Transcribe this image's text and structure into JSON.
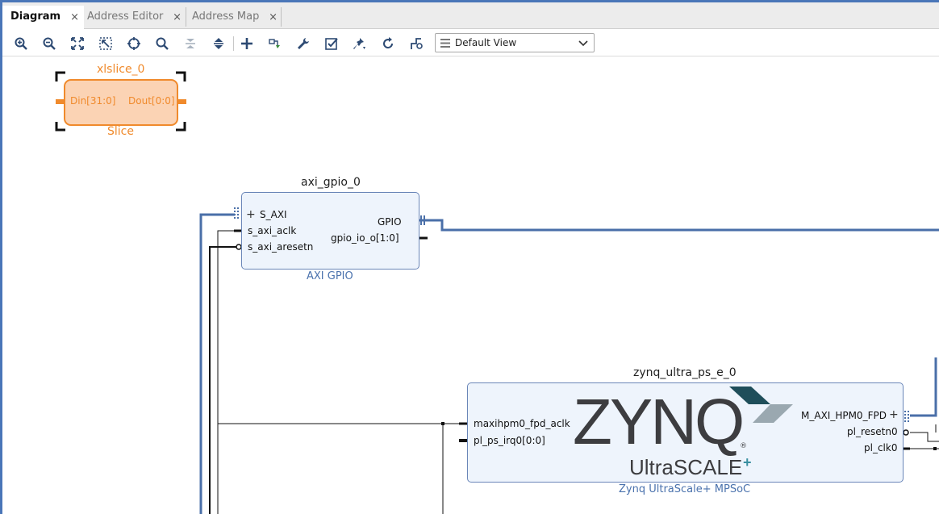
{
  "tabs": [
    {
      "label": "Diagram",
      "active": true,
      "close": "×"
    },
    {
      "label": "Address Editor",
      "active": false,
      "close": "×"
    },
    {
      "label": "Address Map",
      "active": false,
      "close": "×"
    }
  ],
  "toolbar": {
    "icons": [
      "zoom-in-icon",
      "zoom-out-icon",
      "zoom-fit-icon",
      "fit-selection-icon",
      "auto-fit-icon",
      "search-icon",
      "collapse-icon",
      "expand-icon",
      "add-ip-icon",
      "make-connection-icon",
      "properties-icon",
      "validate-icon",
      "pin-icon",
      "regenerate-icon",
      "optimize-routing-icon"
    ],
    "view_select": "Default View"
  },
  "diagram": {
    "xlslice": {
      "instance": "xlslice_0",
      "type": "Slice",
      "port_in": "Din[31:0]",
      "port_out": "Dout[0:0]"
    },
    "axi_gpio": {
      "instance": "axi_gpio_0",
      "type": "AXI GPIO",
      "ports_left": [
        "S_AXI",
        "s_axi_aclk",
        "s_axi_aresetn"
      ],
      "ports_right": [
        "GPIO",
        "gpio_io_o[1:0]"
      ],
      "expand": "+"
    },
    "zynq": {
      "instance": "zynq_ultra_ps_e_0",
      "type": "Zynq UltraScale+ MPSoC",
      "ports_left": [
        "maxihpm0_fpd_aclk",
        "pl_ps_irq0[0:0]"
      ],
      "ports_right": [
        "M_AXI_HPM0_FPD",
        "pl_resetn0",
        "pl_clk0"
      ],
      "logo_main": "ZYNQ",
      "logo_sub": "UltraSCALE",
      "logo_plus": "+",
      "logo_reg": "®",
      "expand": "+"
    }
  },
  "colors": {
    "accent": "#4a76b8",
    "slice_orange": "#f08a2c",
    "slice_fill": "#fbd3b4",
    "block_fill": "#eef4fc",
    "block_border": "#6a86b8",
    "caption_blue": "#4a72ad",
    "zynq_teal": "#1f4e5a",
    "zynq_gray": "#9aa8b0"
  }
}
